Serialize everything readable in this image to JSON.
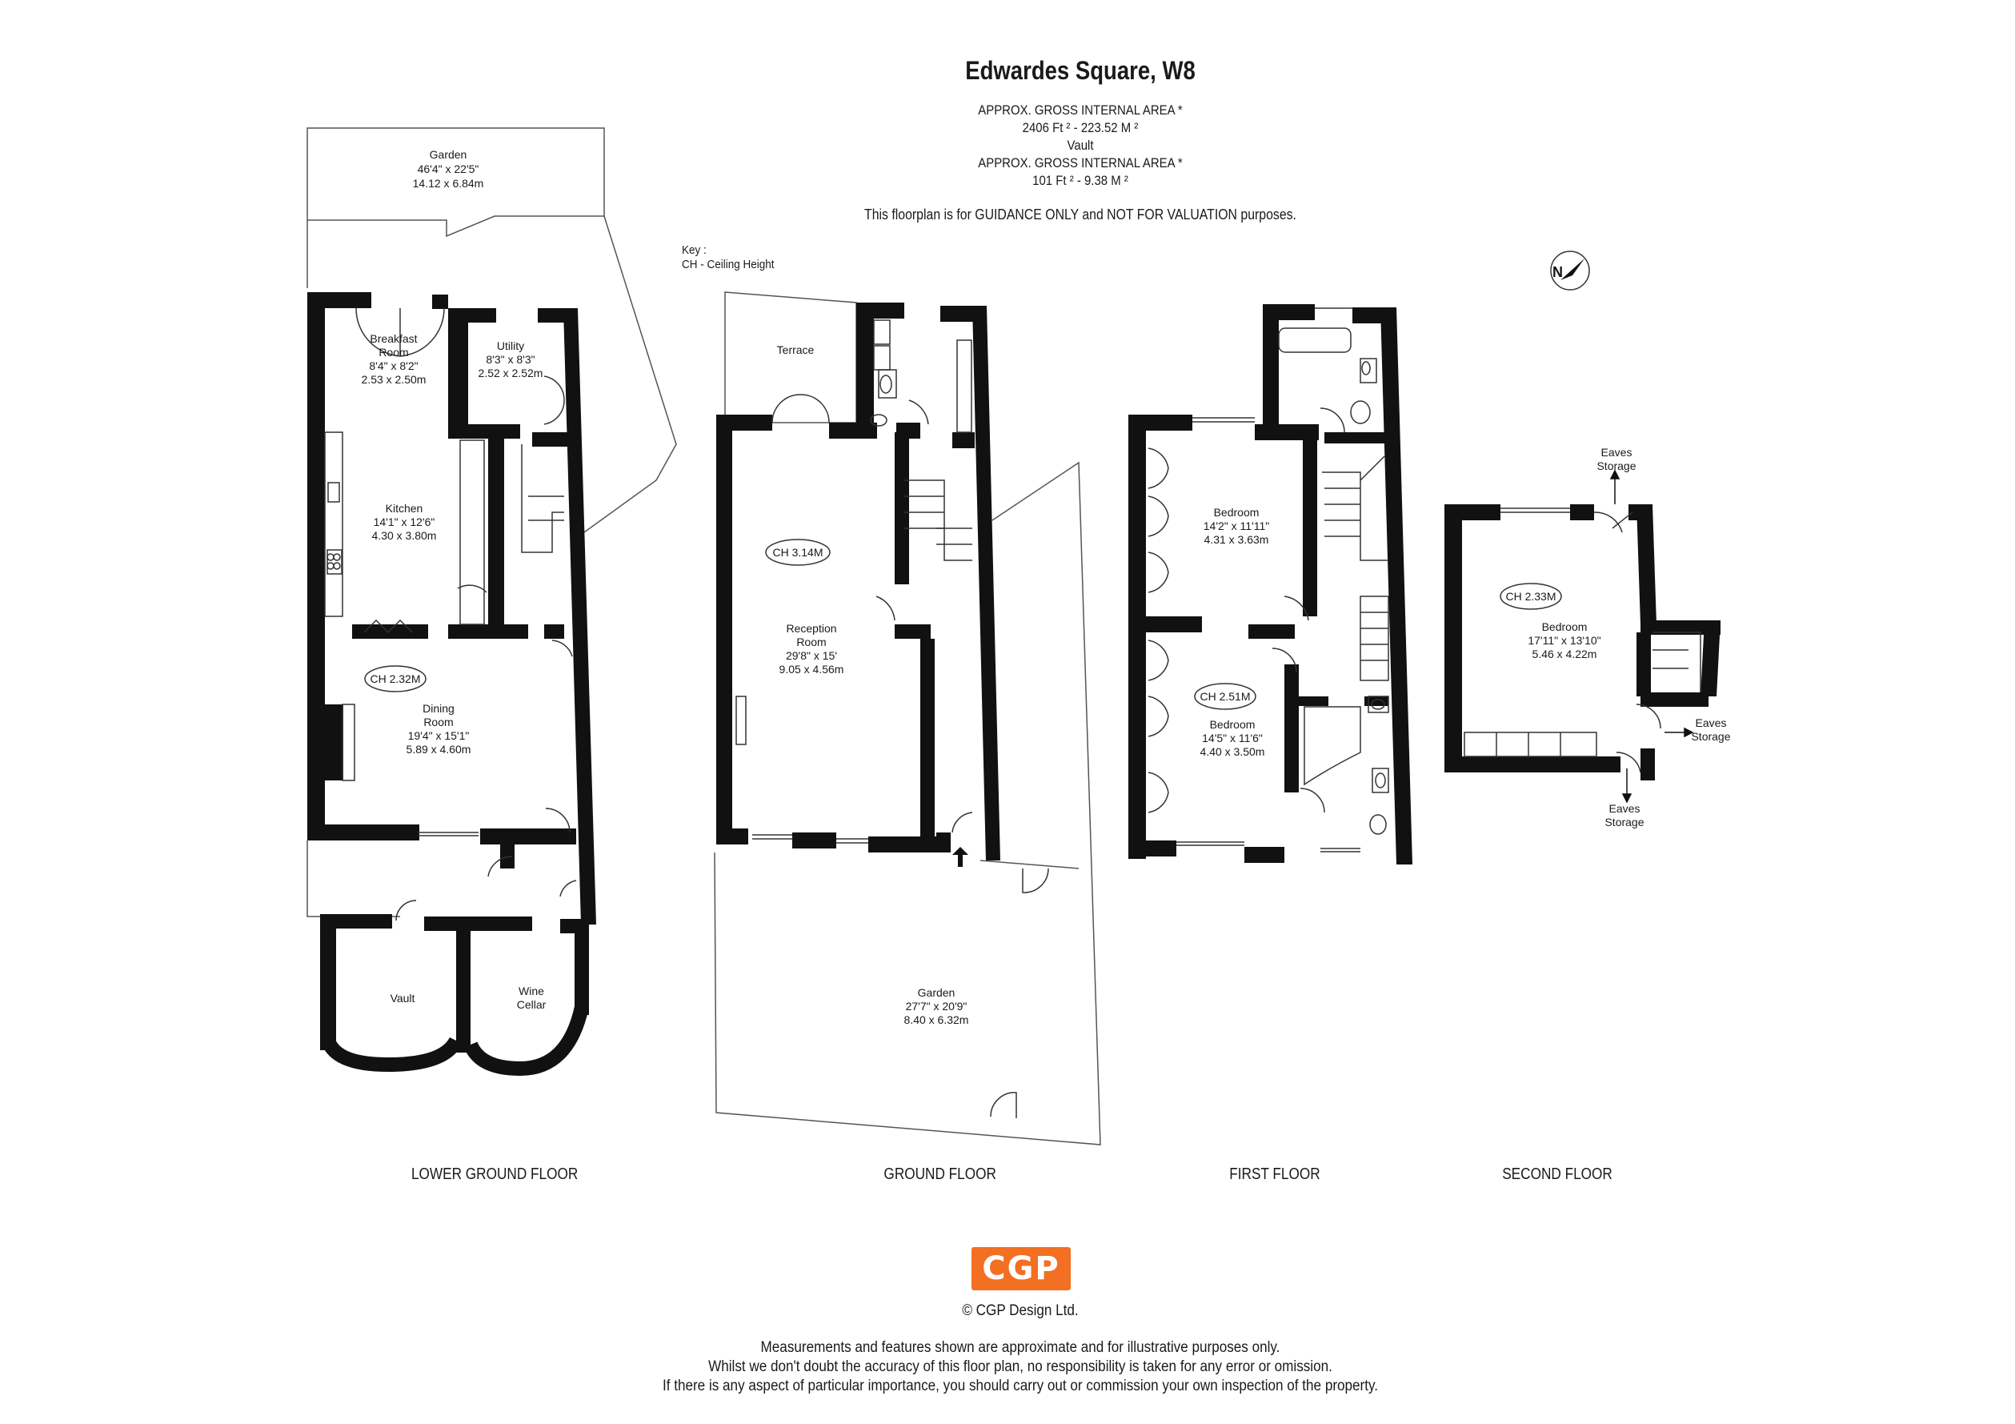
{
  "header": {
    "title": "Edwardes Square, W8",
    "area_line_1": "APPROX. GROSS INTERNAL AREA *",
    "area_line_2": "2406 Ft ² - 223.52 M ²",
    "area_line_3": "Vault",
    "area_line_4": "APPROX. GROSS INTERNAL AREA *",
    "area_line_5": "101 Ft ² - 9.38 M ²",
    "guidance": "This floorplan is for GUIDANCE ONLY and NOT FOR VALUATION purposes."
  },
  "key": {
    "heading": "Key :",
    "item": "CH - Ceiling Height"
  },
  "compass": {
    "label": "N",
    "icon": "north-arrow-icon"
  },
  "lower_ground": {
    "label": "LOWER GROUND FLOOR",
    "ceiling": "CH 2.32M",
    "garden": {
      "name": "Garden",
      "imperial": "46'4\" x 22'5\"",
      "metric": "14.12 x 6.84m"
    },
    "breakfast": {
      "name1": "Breakfast",
      "name2": "Room",
      "imperial": "8'4\" x 8'2\"",
      "metric": "2.53 x 2.50m"
    },
    "utility": {
      "name": "Utility",
      "imperial": "8'3\" x 8'3\"",
      "metric": "2.52 x 2.52m"
    },
    "kitchen": {
      "name": "Kitchen",
      "imperial": "14'1\" x 12'6\"",
      "metric": "4.30 x 3.80m"
    },
    "dining": {
      "name1": "Dining",
      "name2": "Room",
      "imperial": "19'4\" x 15'1\"",
      "metric": "5.89 x 4.60m"
    },
    "vault": {
      "name": "Vault"
    },
    "wine": {
      "name1": "Wine",
      "name2": "Cellar"
    }
  },
  "ground": {
    "label": "GROUND FLOOR",
    "ceiling": "CH 3.14M",
    "terrace": {
      "name": "Terrace"
    },
    "reception": {
      "name1": "Reception",
      "name2": "Room",
      "imperial": "29'8\" x 15'",
      "metric": "9.05 x 4.56m"
    },
    "garden": {
      "name": "Garden",
      "imperial": "27'7\" x 20'9\"",
      "metric": "8.40 x 6.32m"
    }
  },
  "first": {
    "label": "FIRST FLOOR",
    "ceiling": "CH 2.51M",
    "bedroom1": {
      "name": "Bedroom",
      "imperial": "14'2\" x 11'11\"",
      "metric": "4.31 x 3.63m"
    },
    "bedroom2": {
      "name": "Bedroom",
      "imperial": "14'5\" x 11'6\"",
      "metric": "4.40 x 3.50m"
    }
  },
  "second": {
    "label": "SECOND FLOOR",
    "ceiling": "CH 2.33M",
    "bedroom": {
      "name": "Bedroom",
      "imperial": "17'11\" x 13'10\"",
      "metric": "5.46 x 4.22m"
    },
    "eaves_top": {
      "line1": "Eaves",
      "line2": "Storage"
    },
    "eaves_right": {
      "line1": "Eaves",
      "line2": "Storage"
    },
    "eaves_bottom": {
      "line1": "Eaves",
      "line2": "Storage"
    }
  },
  "brand": {
    "logo_text": "CGP",
    "logo_color": "#f36f21",
    "copyright": "© CGP Design Ltd."
  },
  "footer": {
    "line1": "Measurements and features shown are approximate and for illustrative purposes only.",
    "line2": "Whilst we don't doubt the accuracy of this floor plan, no responsibility is taken for any error or omission.",
    "line3": "If there is any aspect of particular importance, you should carry out or commission your own inspection of the property."
  }
}
